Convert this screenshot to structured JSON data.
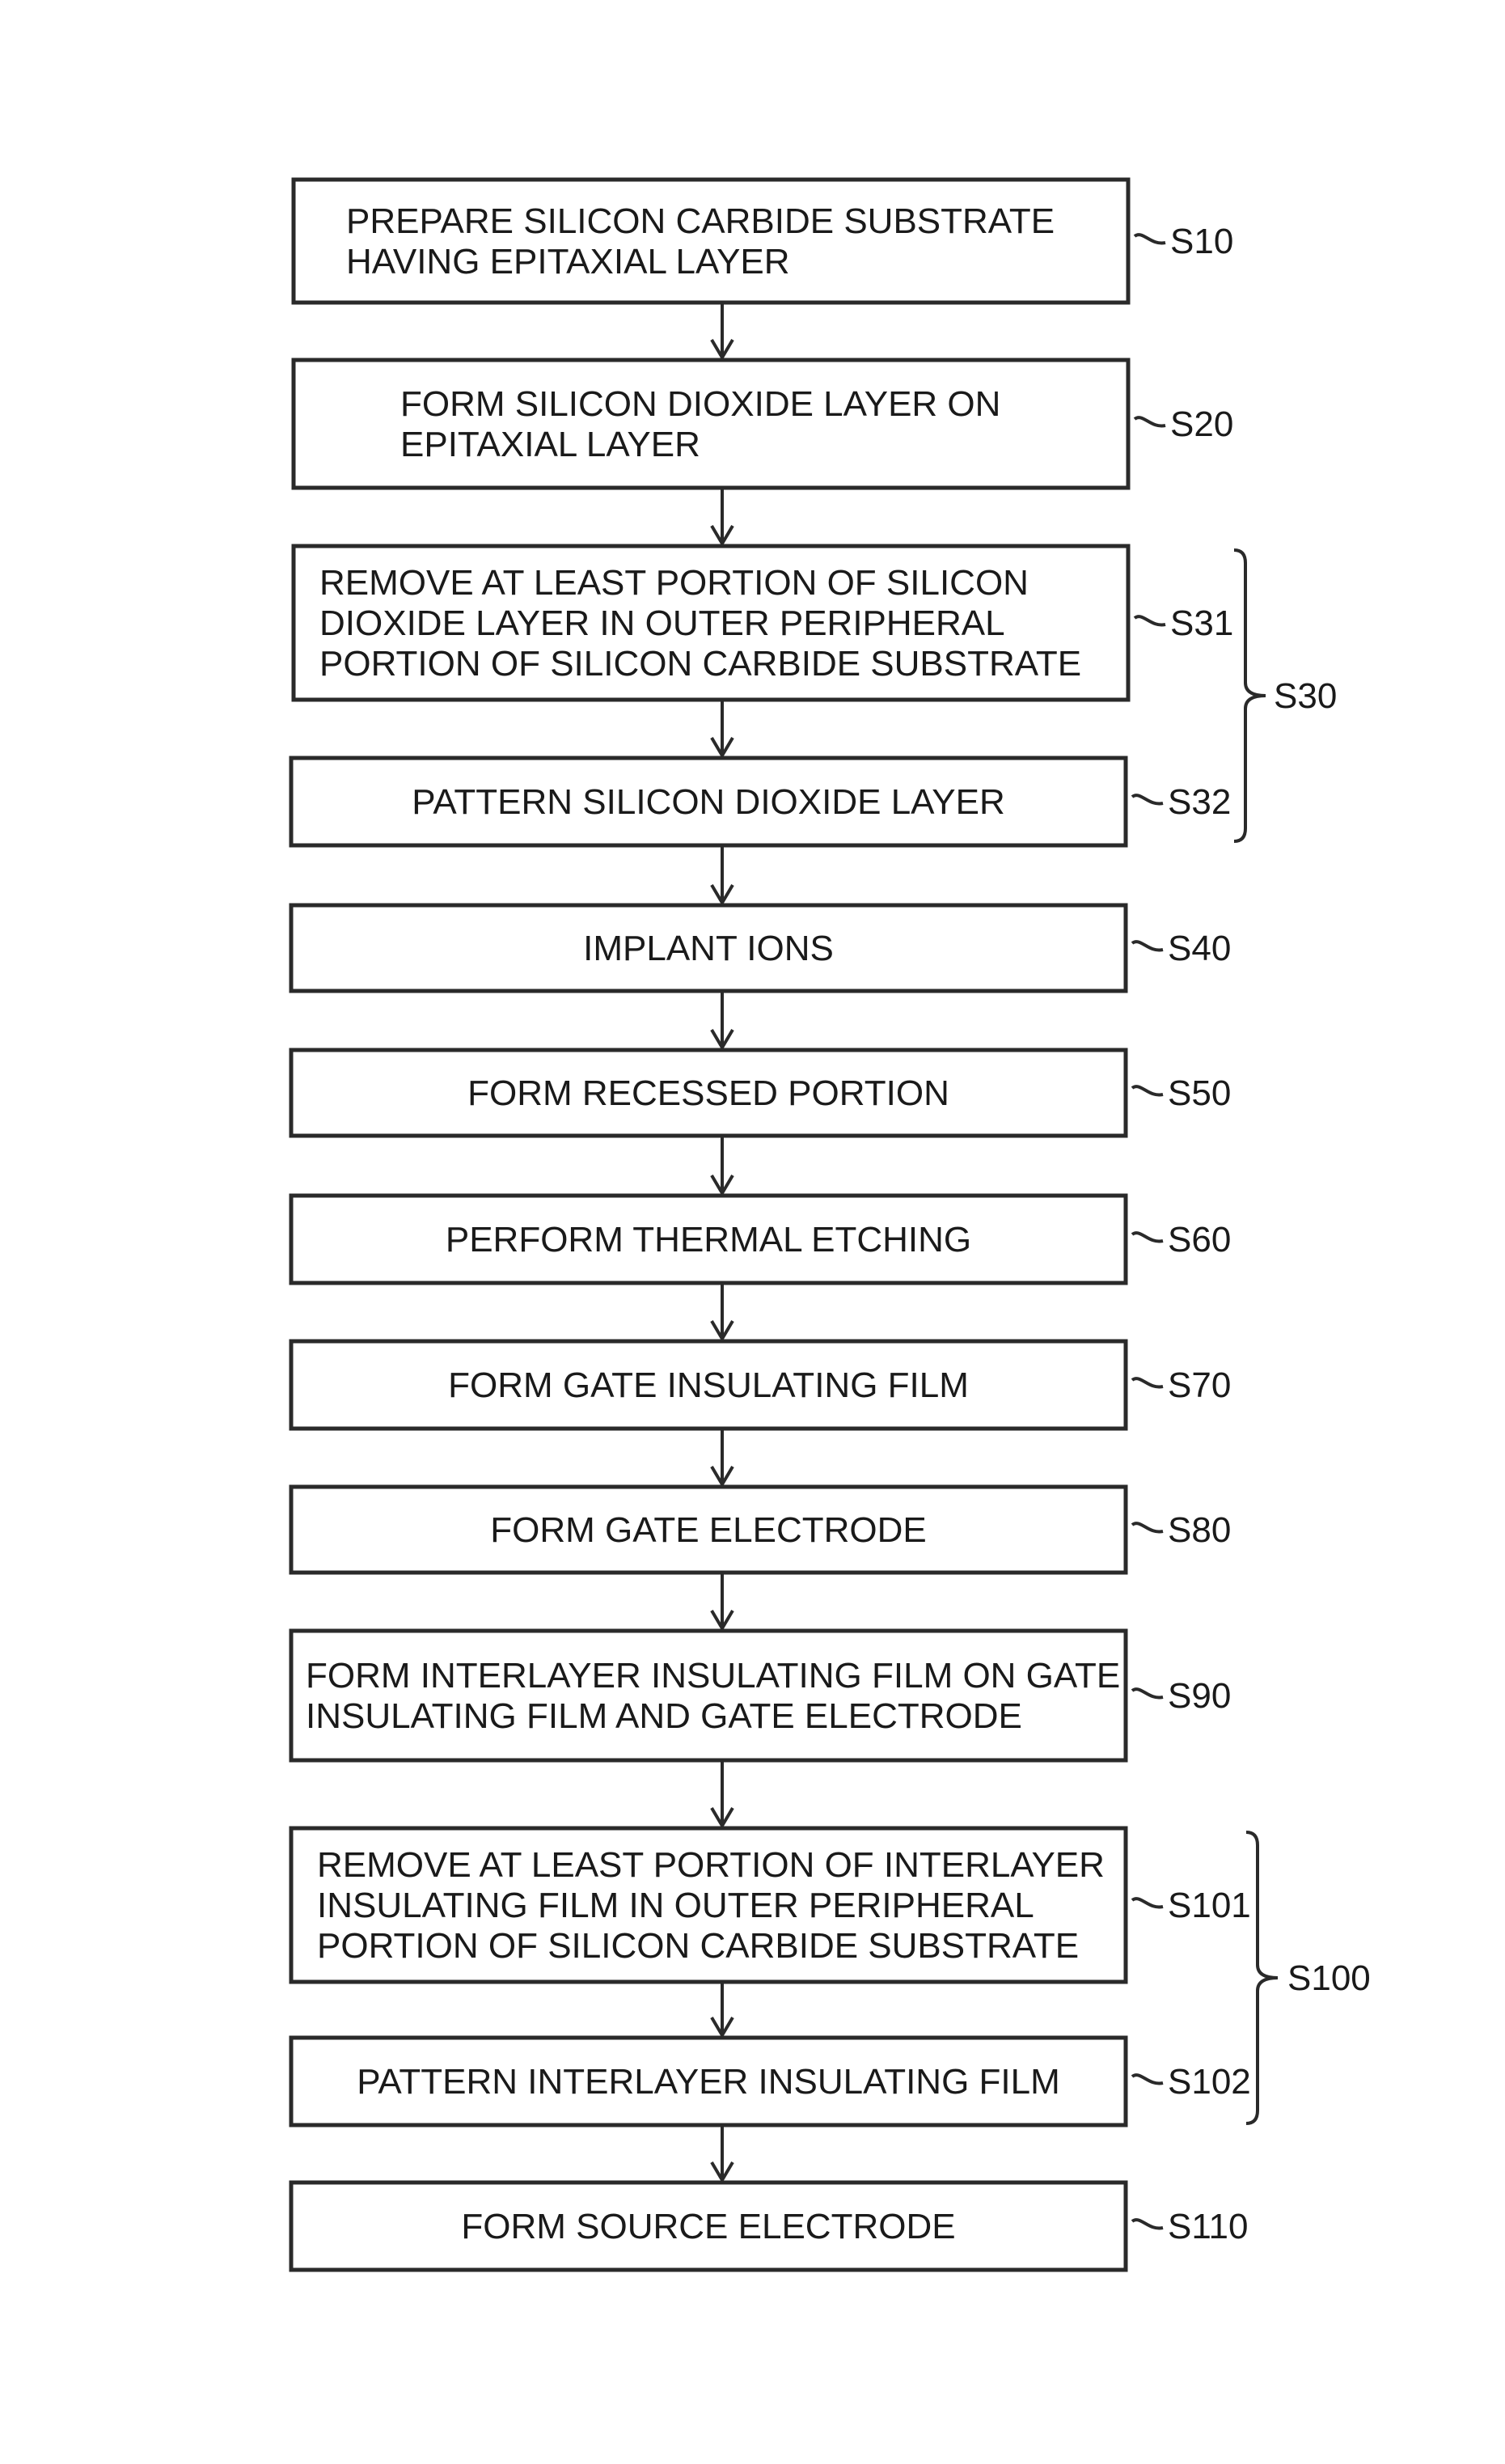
{
  "steps": [
    {
      "id": "S10",
      "lines": [
        "PREPARE SILICON CARBIDE SUBSTRATE",
        "HAVING EPITAXIAL LAYER"
      ]
    },
    {
      "id": "S20",
      "lines": [
        "FORM SILICON DIOXIDE LAYER ON",
        "EPITAXIAL LAYER"
      ]
    },
    {
      "id": "S31",
      "lines": [
        "REMOVE AT LEAST PORTION OF SILICON",
        "DIOXIDE LAYER IN OUTER PERIPHERAL",
        "PORTION OF SILICON CARBIDE SUBSTRATE"
      ]
    },
    {
      "id": "S32",
      "lines": [
        "PATTERN SILICON DIOXIDE LAYER"
      ]
    },
    {
      "id": "S40",
      "lines": [
        "IMPLANT IONS"
      ]
    },
    {
      "id": "S50",
      "lines": [
        "FORM RECESSED PORTION"
      ]
    },
    {
      "id": "S60",
      "lines": [
        "PERFORM THERMAL ETCHING"
      ]
    },
    {
      "id": "S70",
      "lines": [
        "FORM GATE INSULATING FILM"
      ]
    },
    {
      "id": "S80",
      "lines": [
        "FORM GATE ELECTRODE"
      ]
    },
    {
      "id": "S90",
      "lines": [
        "FORM INTERLAYER INSULATING FILM ON GATE",
        "INSULATING FILM AND GATE ELECTRODE"
      ]
    },
    {
      "id": "S101",
      "lines": [
        "REMOVE AT LEAST PORTION OF INTERLAYER",
        "INSULATING FILM IN OUTER PERIPHERAL",
        "PORTION OF SILICON CARBIDE SUBSTRATE"
      ]
    },
    {
      "id": "S102",
      "lines": [
        "PATTERN INTERLAYER INSULATING FILM"
      ]
    },
    {
      "id": "S110",
      "lines": [
        "FORM SOURCE ELECTRODE"
      ]
    }
  ],
  "groups": [
    {
      "label": "S30",
      "steps": [
        "S31",
        "S32"
      ]
    },
    {
      "label": "S100",
      "steps": [
        "S101",
        "S102"
      ]
    }
  ],
  "colors": {
    "line": "#2a2a2a",
    "text": "#1a1a1a",
    "background": "#ffffff"
  }
}
